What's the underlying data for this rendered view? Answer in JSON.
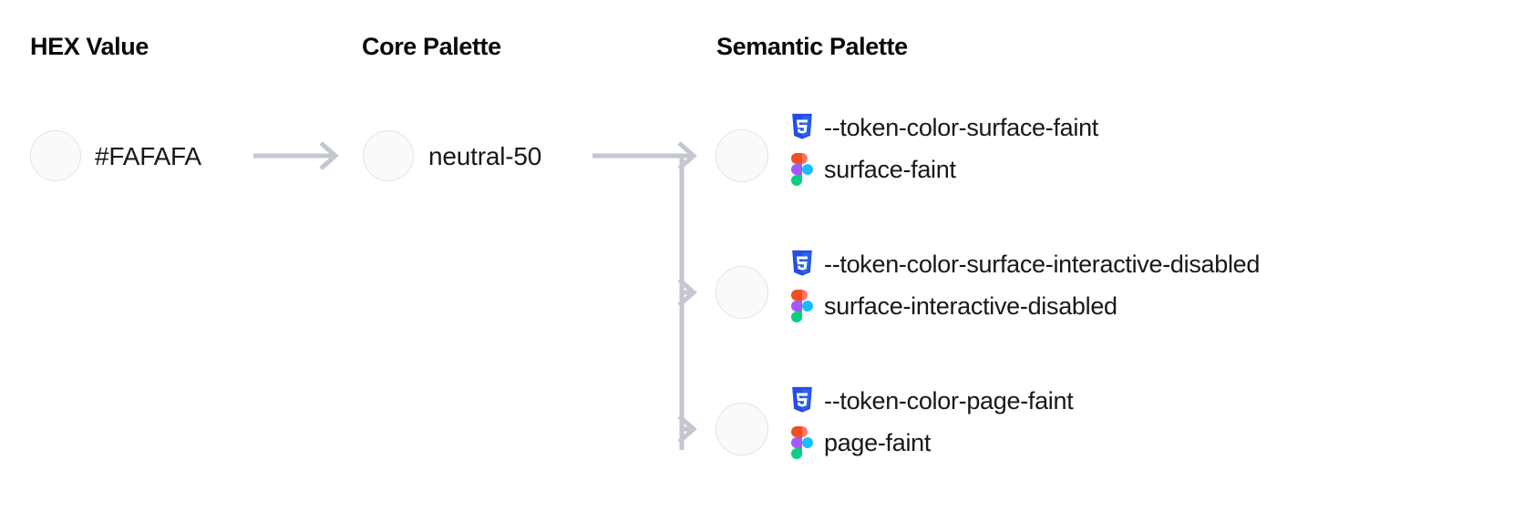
{
  "columns": {
    "hex": {
      "title": "HEX Value"
    },
    "core": {
      "title": "Core Palette"
    },
    "semantic": {
      "title": "Semantic Palette"
    }
  },
  "hex": {
    "value": "#FAFAFA",
    "swatch_color": "#FAFAFA"
  },
  "core": {
    "value": "neutral-50",
    "swatch_color": "#FAFAFA"
  },
  "semantic": {
    "rows": [
      {
        "swatch_color": "#FAFAFA",
        "css_icon": "css3-icon",
        "css_token": "--token-color-surface-faint",
        "figma_icon": "figma-icon",
        "figma_token": "surface-faint"
      },
      {
        "swatch_color": "#FAFAFA",
        "css_icon": "css3-icon",
        "css_token": "--token-color-surface-interactive-disabled",
        "figma_icon": "figma-icon",
        "figma_token": "surface-interactive-disabled"
      },
      {
        "swatch_color": "#FAFAFA",
        "css_icon": "css3-icon",
        "css_token": "--token-color-page-faint",
        "figma_icon": "figma-icon",
        "figma_token": "page-faint"
      }
    ]
  },
  "theme": {
    "background": "#FFFFFF",
    "text_color": "#18181B",
    "connector_color": "#C4C7D0",
    "swatch_border": "#E4E4E7",
    "css_icon_blue": "#264DE4",
    "figma_red": "#F24E1E",
    "figma_orange": "#FF7262",
    "figma_purple": "#A259FF",
    "figma_blue": "#1ABCFE",
    "figma_green": "#0ACF83"
  }
}
